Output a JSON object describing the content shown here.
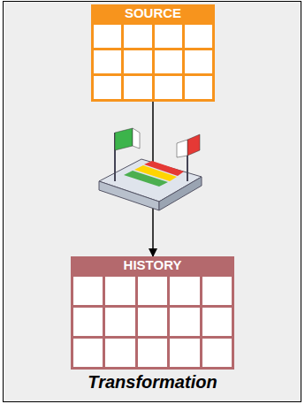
{
  "diagram": {
    "caption": "Transformation",
    "nodes": [
      {
        "text": [
          "SOURCE"
        ]
      },
      {
        "text": [
          "HISTORY"
        ]
      }
    ],
    "edges": [
      {
        "from": 0,
        "to": 1,
        "arrow": "to"
      }
    ]
  }
}
